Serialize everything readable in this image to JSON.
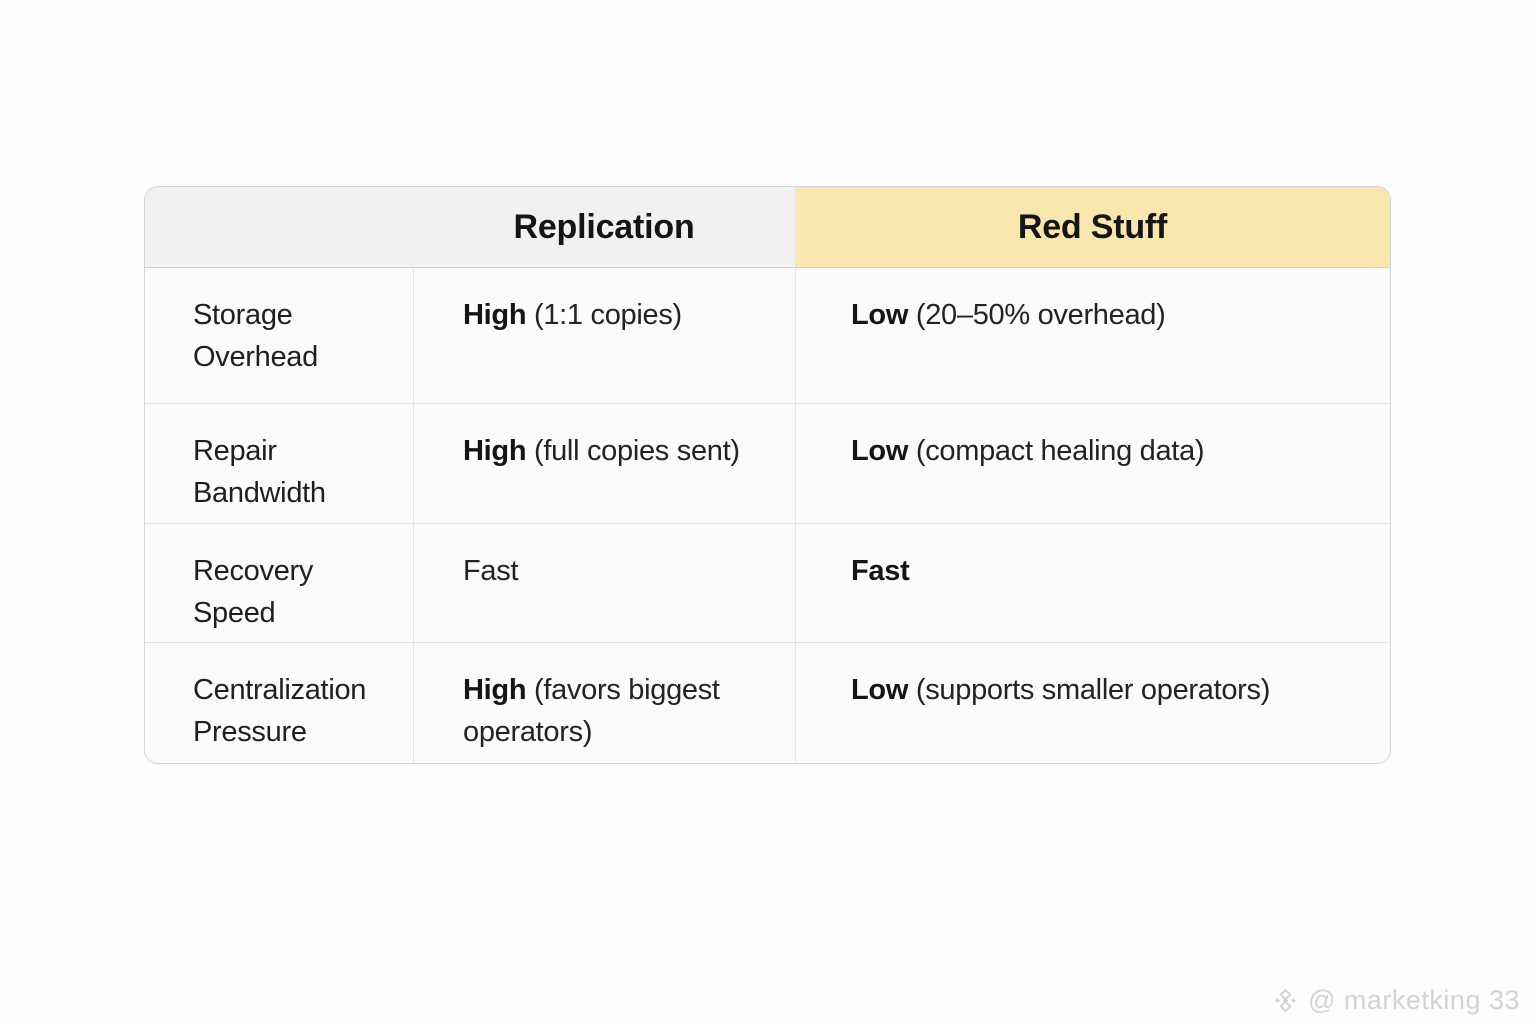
{
  "colors": {
    "page_background": "#fdfdfd",
    "replication_header_bg": "#f1f1f2",
    "red_stuff_header_bg": "#f9e5ae",
    "table_border": "#d5d5d6",
    "text": "#1d1d1f",
    "watermark_text": "#d3d3d5"
  },
  "table": {
    "header": {
      "corner": "",
      "replication": "Replication",
      "red_stuff": "Red Stuff"
    },
    "rows": [
      {
        "label": "Storage Overhead",
        "cells": [
          {
            "em": "High",
            "rest": " (1:1 copies)"
          },
          {
            "em": "Low",
            "rest": " (20–50% overhead)"
          }
        ]
      },
      {
        "label": "Repair Bandwidth",
        "cells": [
          {
            "em": "High",
            "rest": " (full copies sent)"
          },
          {
            "em": "Low",
            "rest": " (compact healing data)"
          }
        ]
      },
      {
        "label": "Recovery Speed",
        "cells": [
          {
            "em": "",
            "rest": "Fast"
          },
          {
            "em": "Fast",
            "rest": ""
          }
        ]
      },
      {
        "label": "Centralization Pressure",
        "cells": [
          {
            "em": "High",
            "rest": " (favors biggest operators)"
          },
          {
            "em": "Low",
            "rest": " (supports smaller operators)"
          }
        ]
      }
    ]
  },
  "watermark": {
    "icon": "bnb-diamond-icon",
    "text": "@ marketking 33"
  },
  "chart_data": {
    "type": "table",
    "title": "",
    "columns": [
      "",
      "Replication",
      "Red Stuff"
    ],
    "rows": [
      [
        "Storage Overhead",
        "High (1:1 copies)",
        "Low (20–50% overhead)"
      ],
      [
        "Repair Bandwidth",
        "High (full copies sent)",
        "Low (compact healing data)"
      ],
      [
        "Recovery Speed",
        "Fast",
        "Fast"
      ],
      [
        "Centralization Pressure",
        "High (favors biggest operators)",
        "Low (supports smaller operators)"
      ]
    ],
    "layout_hints": {
      "highlight_column": "Red Stuff",
      "highlight_color": "#f9e5ae",
      "grid": true
    }
  }
}
